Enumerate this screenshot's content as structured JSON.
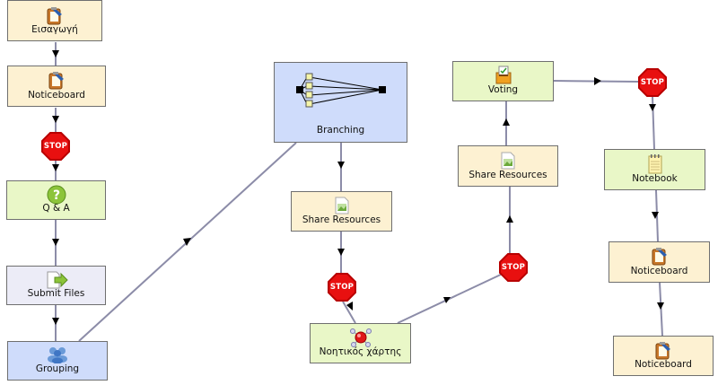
{
  "activities": {
    "intro": "Εισαγωγή",
    "noticeboard1": "Noticeboard",
    "qa": "Q & A",
    "submit": "Submit Files",
    "grouping": "Grouping",
    "branching": "Branching",
    "share1": "Share Resources",
    "mindmap": "Νοητικός χάρτης",
    "share2": "Share Resources",
    "voting": "Voting",
    "notebook": "Notebook",
    "noticeboard2": "Noticeboard",
    "noticeboard3": "Noticeboard"
  },
  "stop_label": "STOP",
  "colors": {
    "link": "#8c8ca8",
    "arrow": "#000000",
    "stop_fill": "#e81010"
  }
}
